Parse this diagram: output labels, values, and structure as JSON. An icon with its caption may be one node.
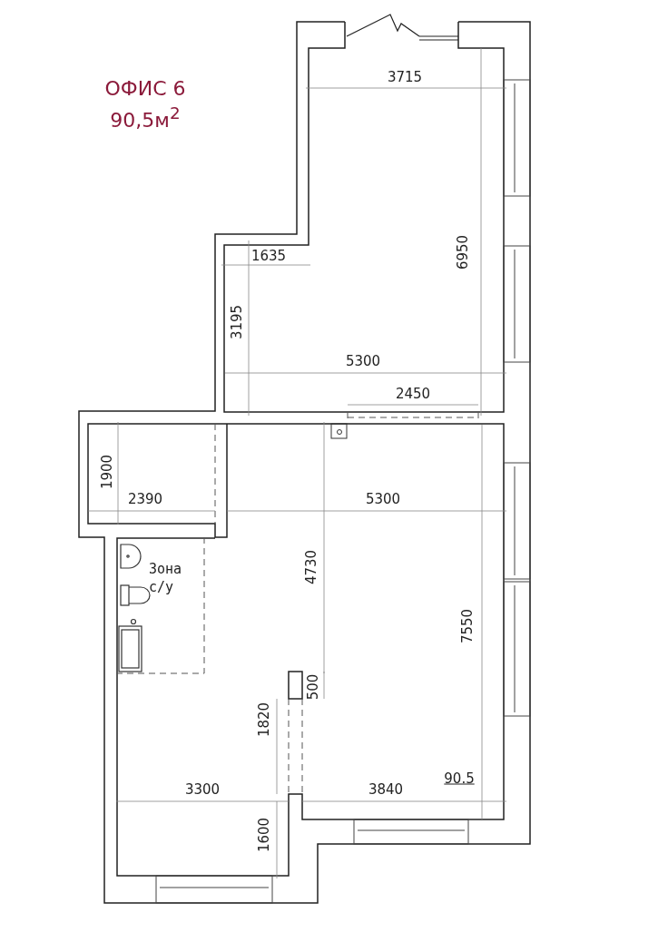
{
  "diagram": {
    "title": "ОФИС 6",
    "labels": [
      "90,5м$^{2}$",
      "3715",
      "6950",
      "1635",
      "3195",
      "5300",
      "2450",
      "1900",
      "2390",
      "5300",
      "4730",
      "Зона с/у",
      "7550",
      "500",
      "1820",
      "3300",
      "3840",
      "90.5",
      "1600"
    ]
  }
}
